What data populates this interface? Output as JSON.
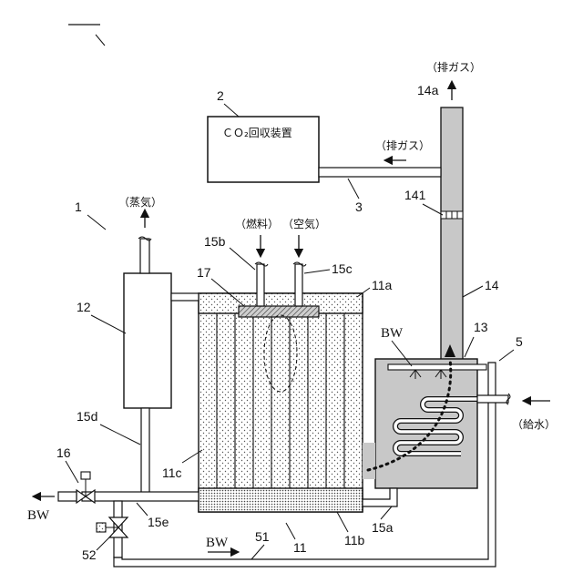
{
  "figure_id": "100",
  "labels": {
    "system_1": "1",
    "co2_unit_num": "2",
    "co2_unit_text": "ＣＯ₂回収装置",
    "line_3": "3",
    "n5": "5",
    "n11": "11",
    "n11a": "11a",
    "n11b": "11b",
    "n11c": "11c",
    "n12": "12",
    "n13": "13",
    "n14": "14",
    "n14a": "14a",
    "n141": "141",
    "n15a": "15a",
    "n15b": "15b",
    "n15c": "15c",
    "n15d": "15d",
    "n15e": "15e",
    "n16": "16",
    "n17": "17",
    "n51": "51",
    "n52": "52",
    "exhaust_top": "（排ガス）",
    "exhaust_mid": "（排ガス）",
    "steam": "（蒸気）",
    "fuel": "（燃料）",
    "air": "（空気）",
    "feed_water": "（給水）",
    "bw_tank": "BW",
    "bw_left": "BW",
    "bw_bottom": "BW"
  },
  "colors": {
    "line": "#111111",
    "stack_fill": "#c8c8c8",
    "tank_fill": "#c8c8c8",
    "pipe_fill": "#ffffff",
    "dot_fill": "#ffffff"
  }
}
